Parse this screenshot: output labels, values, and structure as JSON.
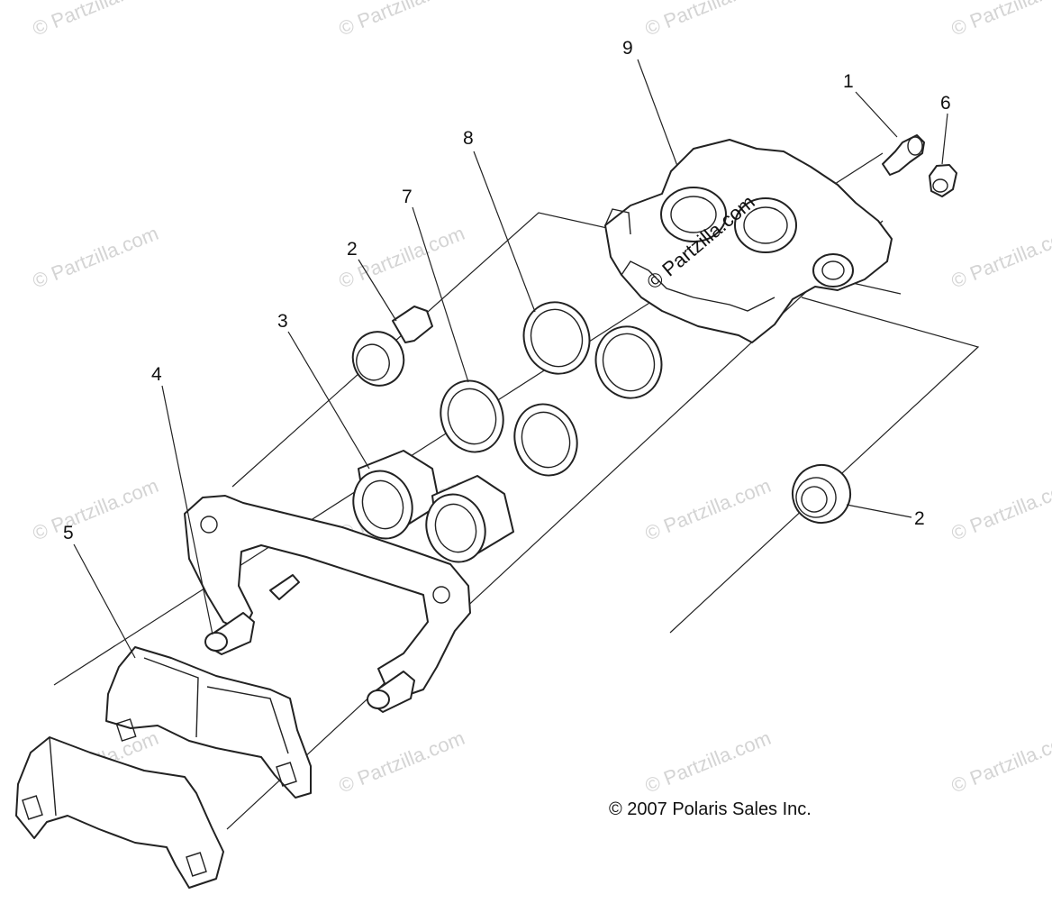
{
  "callouts": [
    {
      "id": "c9",
      "label": "9"
    },
    {
      "id": "c1",
      "label": "1"
    },
    {
      "id": "c6",
      "label": "6"
    },
    {
      "id": "c8",
      "label": "8"
    },
    {
      "id": "c7",
      "label": "7"
    },
    {
      "id": "c2a",
      "label": "2"
    },
    {
      "id": "c3",
      "label": "3"
    },
    {
      "id": "c4",
      "label": "4"
    },
    {
      "id": "c5",
      "label": "5"
    },
    {
      "id": "c2b",
      "label": "2"
    }
  ],
  "watermark": "© Partzilla.com",
  "copyright": "© 2007 Polaris Sales Inc."
}
